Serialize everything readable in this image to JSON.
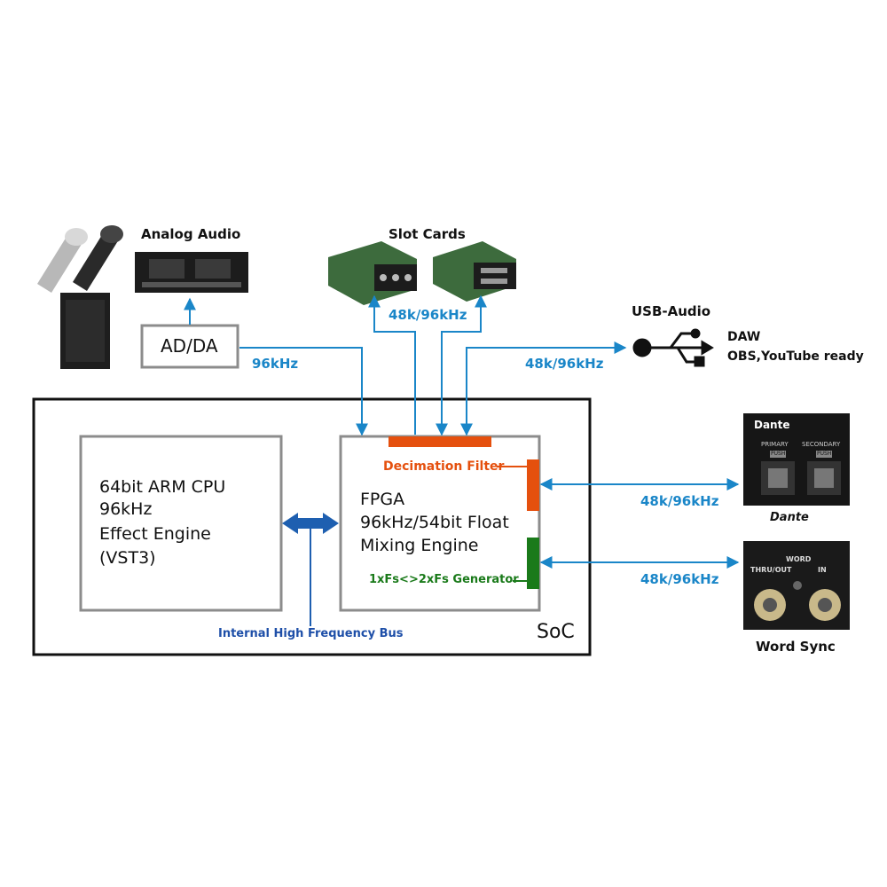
{
  "headings": {
    "analog_audio": "Analog Audio",
    "slot_cards": "Slot Cards",
    "usb_audio": "USB-Audio",
    "word_sync": "Word Sync",
    "daw": "DAW",
    "obs": "OBS,YouTube ready",
    "dante_brand": "Dante",
    "dante_logo_top": "Dante",
    "dante_primary": "PRIMARY",
    "dante_secondary": "SECONDARY",
    "dante_push_1": "PUSH",
    "dante_push_2": "PUSH",
    "word_panel_title": "WORD",
    "word_thru": "THRU/OUT",
    "word_in": "IN"
  },
  "boxes": {
    "adda": "AD/DA",
    "cpu": [
      "64bit ARM CPU",
      "96kHz",
      "Effect Engine",
      "(VST3)"
    ],
    "fpga": [
      "FPGA",
      "96kHz/54bit Float",
      "Mixing Engine"
    ],
    "soc": "SoC"
  },
  "labels": {
    "adda_freq": "96kHz",
    "slot_freq": "48k/96kHz",
    "usb_freq": "48k/96kHz",
    "dante_freq": "48k/96kHz",
    "word_freq": "48k/96kHz",
    "decimation": "Decimation Filter",
    "generator": "1xFs<>2xFs Generator",
    "bus": "Internal High Frequency Bus"
  },
  "colors": {
    "blue": "#1a86c8",
    "orange": "#e5500e",
    "green": "#1a7a1a",
    "bus_blue": "#1e5fb0",
    "box_gray": "#8c8c8c"
  }
}
